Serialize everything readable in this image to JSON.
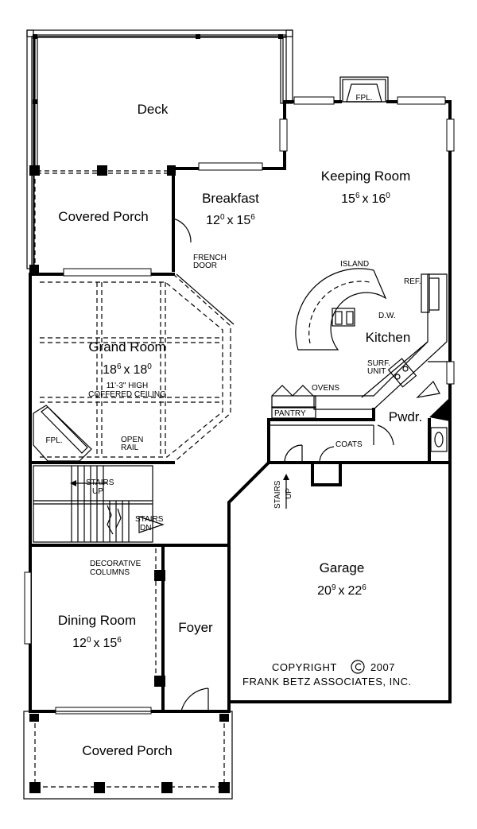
{
  "rooms": {
    "deck": "Deck",
    "covered_porch_rear": "Covered Porch",
    "breakfast": {
      "name": "Breakfast",
      "w": "12",
      "w_in": "0",
      "x": "x",
      "d": "15",
      "d_in": "6"
    },
    "keeping_room": {
      "name": "Keeping Room",
      "w": "15",
      "w_in": "6",
      "x": "x",
      "d": "16",
      "d_in": "0"
    },
    "grand_room": {
      "name": "Grand Room",
      "w": "18",
      "w_in": "6",
      "x": "x",
      "d": "18",
      "d_in": "0",
      "ceiling_line1": "11'-3\" HIGH",
      "ceiling_line2": "COFFERED CEILING"
    },
    "kitchen": "Kitchen",
    "pwdr": "Pwdr.",
    "garage": {
      "name": "Garage",
      "w": "20",
      "w_in": "9",
      "x": "x",
      "d": "22",
      "d_in": "6"
    },
    "dining_room": {
      "name": "Dining Room",
      "w": "12",
      "w_in": "0",
      "x": "x",
      "d": "15",
      "d_in": "6"
    },
    "foyer": "Foyer",
    "covered_porch_front": "Covered Porch"
  },
  "labels": {
    "fpl_keeping": "FPL.",
    "fpl_grand": "FPL.",
    "french_door_1": "FRENCH",
    "french_door_2": "DOOR",
    "island": "ISLAND",
    "ref": "REF.",
    "dw": "D.W.",
    "surf_unit_1": "SURF.",
    "surf_unit_2": "UNIT",
    "ovens": "OVENS",
    "pantry": "PANTRY",
    "coats": "COATS",
    "open_rail_1": "OPEN",
    "open_rail_2": "RAIL",
    "stairs_up_1": "STAIRS",
    "stairs_up_2": "UP",
    "stairs_dn_1": "STAIRS",
    "stairs_dn_2": "DN.",
    "garage_stairs": "STAIRS",
    "garage_stairs_up": "UP",
    "decorative_1": "DECORATIVE",
    "decorative_2": "COLUMNS"
  },
  "copyright": {
    "line1_a": "COPYRIGHT",
    "line1_b": "2007",
    "line2": "FRANK BETZ ASSOCIATES, INC."
  }
}
